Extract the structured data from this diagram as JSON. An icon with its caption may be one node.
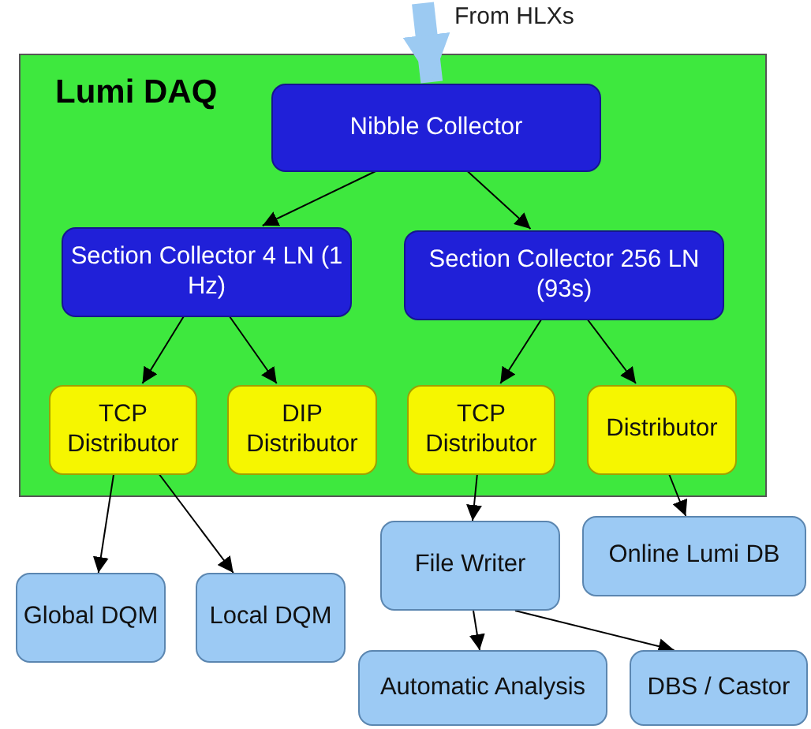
{
  "diagram": {
    "nodes": [
      {
        "text": [
          "Lumi DAQ"
        ]
      },
      {
        "text": [
          "Nibble Collector"
        ],
        "in": 0
      },
      {
        "text": [
          "Section Collector 4 LN (1 Hz)"
        ],
        "in": 0
      },
      {
        "text": [
          "Section Collector 256 LN (93s)"
        ],
        "in": 0
      },
      {
        "text": [
          "TCP Distributor"
        ],
        "in": 0
      },
      {
        "text": [
          "DIP Distributor"
        ],
        "in": 0
      },
      {
        "text": [
          "TCP Distributor"
        ],
        "in": 0
      },
      {
        "text": [
          "Distributor"
        ],
        "in": 0
      },
      {
        "text": [
          "Global DQM"
        ]
      },
      {
        "text": [
          "Local DQM"
        ]
      },
      {
        "text": [
          "File Writer"
        ]
      },
      {
        "text": [
          "Online Lumi DB"
        ]
      },
      {
        "text": [
          "Automatic Analysis"
        ]
      },
      {
        "text": [
          "DBS / Castor"
        ]
      }
    ],
    "edges": [
      {
        "from": null,
        "to": 1,
        "arrow": "to",
        "label": "From HLXs",
        "style": "thick",
        "color": "#9ccaf2"
      },
      {
        "from": 1,
        "to": 2,
        "arrow": "to"
      },
      {
        "from": 1,
        "to": 3,
        "arrow": "to"
      },
      {
        "from": 2,
        "to": 4,
        "arrow": "to"
      },
      {
        "from": 2,
        "to": 5,
        "arrow": "to"
      },
      {
        "from": 3,
        "to": 6,
        "arrow": "to"
      },
      {
        "from": 3,
        "to": 7,
        "arrow": "to"
      },
      {
        "from": 4,
        "to": 8,
        "arrow": "to"
      },
      {
        "from": 4,
        "to": 9,
        "arrow": "to"
      },
      {
        "from": 6,
        "to": 10,
        "arrow": "to"
      },
      {
        "from": 7,
        "to": 11,
        "arrow": "to"
      },
      {
        "from": 10,
        "to": 12,
        "arrow": "to"
      },
      {
        "from": 10,
        "to": 13,
        "arrow": "to"
      }
    ]
  }
}
